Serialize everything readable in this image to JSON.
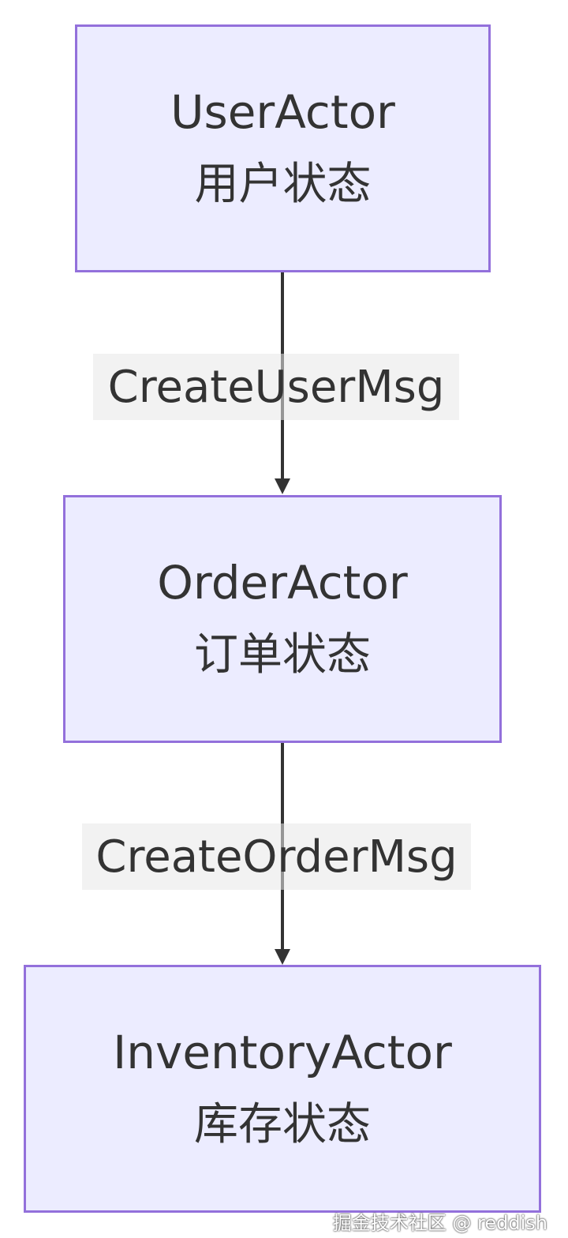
{
  "colors": {
    "node_fill": "#ECECFF",
    "node_border": "#9370DB",
    "edge": "#333333",
    "label_bg": "#E8E8E8",
    "text": "#333333"
  },
  "nodes": [
    {
      "title": "UserActor",
      "subtitle": "用户状态"
    },
    {
      "title": "OrderActor",
      "subtitle": "订单状态"
    },
    {
      "title": "InventoryActor",
      "subtitle": "库存状态"
    }
  ],
  "edges": [
    {
      "from": "UserActor",
      "to": "OrderActor",
      "label": "CreateUserMsg"
    },
    {
      "from": "OrderActor",
      "to": "InventoryActor",
      "label": "CreateOrderMsg"
    }
  ],
  "watermark": "掘金技术社区 @ reddish"
}
